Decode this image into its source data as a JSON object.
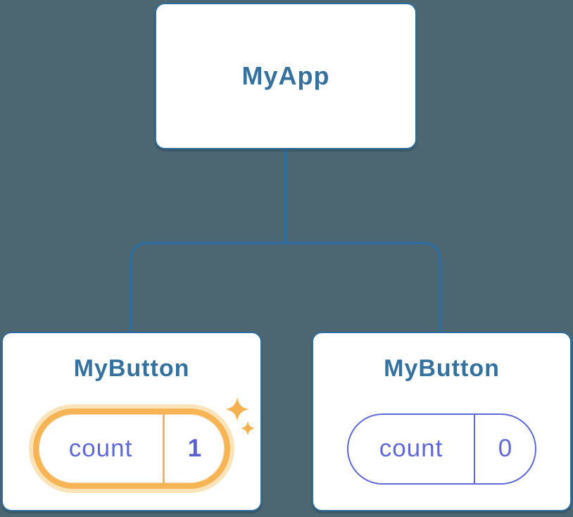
{
  "diagram": {
    "type": "component-tree",
    "root": {
      "label": "MyApp"
    },
    "children": [
      {
        "label": "MyButton",
        "state": {
          "name": "count",
          "value": "1"
        },
        "highlighted": true,
        "icon": "sparkles-icon"
      },
      {
        "label": "MyButton",
        "state": {
          "name": "count",
          "value": "0"
        },
        "highlighted": false
      }
    ]
  },
  "colors": {
    "background": "#4c6772",
    "node_fill": "#ffffff",
    "node_border": "#2e6d9d",
    "node_text": "#35719f",
    "connector": "#2e6d9d",
    "state_text": "#6069d8",
    "state_value_bold": "#5a60d2",
    "highlight_ring": "#f6b455",
    "highlight_glow": "#fbe3b9",
    "sparkle": "#f5b14f"
  }
}
